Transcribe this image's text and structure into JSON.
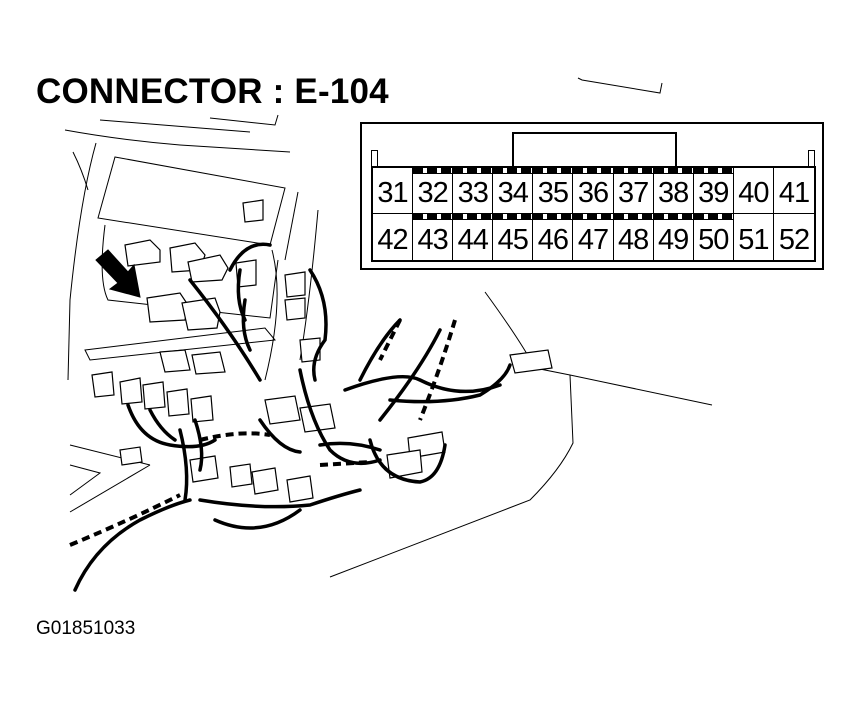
{
  "title": "CONNECTOR : E-104",
  "figure_id": "G01851033",
  "connector": {
    "name": "E-104",
    "rows": [
      {
        "pins": [
          {
            "label": "31",
            "keyed": false
          },
          {
            "label": "32",
            "keyed": true
          },
          {
            "label": "33",
            "keyed": true
          },
          {
            "label": "34",
            "keyed": true
          },
          {
            "label": "35",
            "keyed": true
          },
          {
            "label": "36",
            "keyed": true
          },
          {
            "label": "37",
            "keyed": true
          },
          {
            "label": "38",
            "keyed": true
          },
          {
            "label": "39",
            "keyed": true
          },
          {
            "label": "40",
            "keyed": false
          },
          {
            "label": "41",
            "keyed": false
          }
        ]
      },
      {
        "pins": [
          {
            "label": "42",
            "keyed": false
          },
          {
            "label": "43",
            "keyed": true
          },
          {
            "label": "44",
            "keyed": true
          },
          {
            "label": "45",
            "keyed": true
          },
          {
            "label": "46",
            "keyed": true
          },
          {
            "label": "47",
            "keyed": true
          },
          {
            "label": "48",
            "keyed": true
          },
          {
            "label": "49",
            "keyed": true
          },
          {
            "label": "50",
            "keyed": true
          },
          {
            "label": "51",
            "keyed": false
          },
          {
            "label": "52",
            "keyed": false
          }
        ]
      }
    ]
  },
  "illustration": {
    "description": "Line drawing of instrument panel center area with wiring harness and connectors; black arrow points to connector E-104",
    "arrow_icon": "pointer-arrow-icon"
  },
  "colors": {
    "ink": "#000000",
    "background": "#ffffff"
  }
}
